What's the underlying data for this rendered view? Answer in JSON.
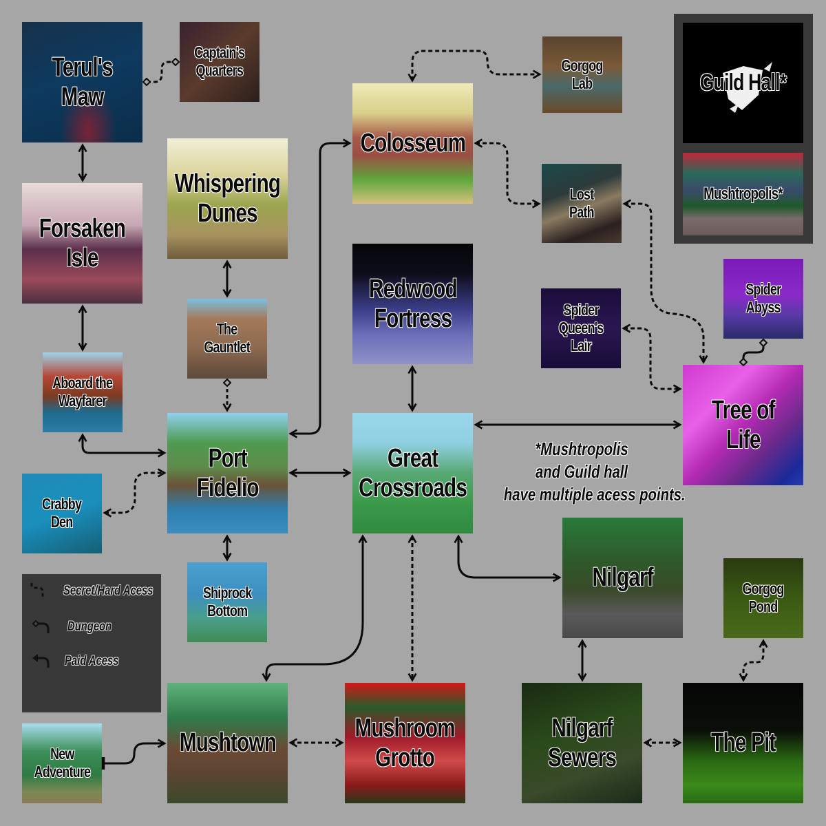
{
  "title": "Game World Map - Area Connections",
  "colors": {
    "background": "#a6a6a6",
    "panel": "#383838",
    "line": "#0a0a0a",
    "label_fill": "#0a0a0a",
    "label_outline": "#ffffff"
  },
  "locations": {
    "terulsMaw": {
      "label": "Terul's\nMaw"
    },
    "captainsQuarters": {
      "label": "Captain's\nQuarters"
    },
    "forsakenIsle": {
      "label": "Forsaken\nIsle"
    },
    "whisperingDunes": {
      "label": "Whispering\nDunes"
    },
    "aboardWayfarer": {
      "label": "Aboard the\nWayfarer"
    },
    "gauntlet": {
      "label": "The\nGauntlet"
    },
    "crabbyDen": {
      "label": "Crabby\nDen"
    },
    "portFidelio": {
      "label": "Port\nFidelio"
    },
    "shiprockBottom": {
      "label": "Shiprock\nBottom"
    },
    "newAdventure": {
      "label": "New\nAdventure"
    },
    "mushtown": {
      "label": "Mushtown"
    },
    "colosseum": {
      "label": "Colosseum"
    },
    "redwoodFortress": {
      "label": "Redwood\nFortress"
    },
    "greatCrossroads": {
      "label": "Great\nCrossroads"
    },
    "mushroomGrotto": {
      "label": "Mushroom\nGrotto"
    },
    "gorgogLab": {
      "label": "Gorgog\nLab"
    },
    "lostPath": {
      "label": "Lost\nPath"
    },
    "spiderQueensLair": {
      "label": "Spider\nQueen's Lair"
    },
    "guildHall": {
      "label": "Guild Hall*"
    },
    "mushtropolis": {
      "label": "Mushtropolis*"
    },
    "spiderAbyss": {
      "label": "Spider\nAbyss"
    },
    "treeOfLife": {
      "label": "Tree of\nLife"
    },
    "nilgarf": {
      "label": "Nilgarf"
    },
    "gorgogPond": {
      "label": "Gorgog\nPond"
    },
    "nilgarfSewers": {
      "label": "Nilgarf\nSewers"
    },
    "thePit": {
      "label": "The Pit"
    }
  },
  "legend": {
    "items": [
      {
        "icon": "dashed-curve-icon",
        "label": "Secret/Hard Acess"
      },
      {
        "icon": "diamond-arrow-icon",
        "label": "Dungeon"
      },
      {
        "icon": "solid-arrow-icon",
        "label": "Paid Acess"
      }
    ]
  },
  "note": {
    "line1": "*Mushtropolis",
    "line2": "and Guild hall",
    "line3": "have multiple acess points."
  },
  "connections": [
    {
      "from": "Terul's Maw",
      "to": "Captain's Quarters",
      "type": "dungeon-secret"
    },
    {
      "from": "Terul's Maw",
      "to": "Forsaken Isle",
      "type": "normal"
    },
    {
      "from": "Forsaken Isle",
      "to": "Aboard the Wayfarer",
      "type": "normal"
    },
    {
      "from": "Aboard the Wayfarer",
      "to": "Port Fidelio",
      "type": "normal"
    },
    {
      "from": "Whispering Dunes",
      "to": "The Gauntlet",
      "type": "normal"
    },
    {
      "from": "The Gauntlet",
      "to": "Port Fidelio",
      "type": "dungeon-secret"
    },
    {
      "from": "Crabby Den",
      "to": "Port Fidelio",
      "type": "secret"
    },
    {
      "from": "Port Fidelio",
      "to": "Shiprock Bottom",
      "type": "normal"
    },
    {
      "from": "Port Fidelio",
      "to": "Colosseum",
      "type": "normal"
    },
    {
      "from": "Port Fidelio",
      "to": "Great Crossroads",
      "type": "normal"
    },
    {
      "from": "Colosseum",
      "to": "Gorgog Lab",
      "type": "secret"
    },
    {
      "from": "Colosseum",
      "to": "Lost Path",
      "type": "secret"
    },
    {
      "from": "Lost Path",
      "to": "Tree of Life",
      "type": "secret"
    },
    {
      "from": "Redwood Fortress",
      "to": "Great Crossroads",
      "type": "normal"
    },
    {
      "from": "Spider Queen's Lair",
      "to": "Tree of Life",
      "type": "secret"
    },
    {
      "from": "Spider Abyss",
      "to": "Tree of Life",
      "type": "dungeon"
    },
    {
      "from": "Great Crossroads",
      "to": "Tree of Life",
      "type": "normal"
    },
    {
      "from": "Great Crossroads",
      "to": "Mushtown",
      "type": "normal"
    },
    {
      "from": "Great Crossroads",
      "to": "Mushroom Grotto",
      "type": "secret"
    },
    {
      "from": "Great Crossroads",
      "to": "Nilgarf",
      "type": "normal"
    },
    {
      "from": "Nilgarf",
      "to": "Nilgarf Sewers",
      "type": "normal"
    },
    {
      "from": "Nilgarf Sewers",
      "to": "The Pit",
      "type": "secret"
    },
    {
      "from": "The Pit",
      "to": "Gorgog Pond",
      "type": "secret"
    },
    {
      "from": "New Adventure",
      "to": "Mushtown",
      "type": "start"
    },
    {
      "from": "Mushtown",
      "to": "Mushroom Grotto",
      "type": "secret"
    }
  ]
}
